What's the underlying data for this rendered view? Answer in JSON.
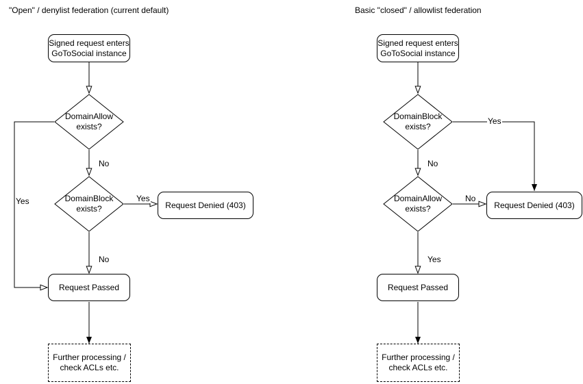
{
  "colors": {
    "stroke": "#000000",
    "text": "#000000",
    "node_fill": "#ffffff",
    "background": "#ffffff"
  },
  "charts": {
    "left": {
      "title": "\"Open\" / denylist federation (current default)",
      "start": "Signed request enters\nGoToSocial instance",
      "decision1": "DomainAllow\nexists?",
      "decision2": "DomainBlock\nexists?",
      "denied": "Request Denied (403)",
      "passed": "Request Passed",
      "further": "Further processing /\ncheck ACLs etc.",
      "labels": {
        "decision1_no": "No",
        "decision1_yes": "Yes",
        "decision2_yes": "Yes",
        "decision2_no": "No"
      }
    },
    "right": {
      "title": "Basic \"closed\" / allowlist federation",
      "start": "Signed request enters\nGoToSocial instance",
      "decision1": "DomainBlock\nexists?",
      "decision2": "DomainAllow\nexists?",
      "denied": "Request Denied (403)",
      "passed": "Request Passed",
      "further": "Further processing /\ncheck ACLs etc.",
      "labels": {
        "decision1_yes": "Yes",
        "decision1_no": "No",
        "decision2_no": "No",
        "decision2_yes": "Yes"
      }
    }
  }
}
